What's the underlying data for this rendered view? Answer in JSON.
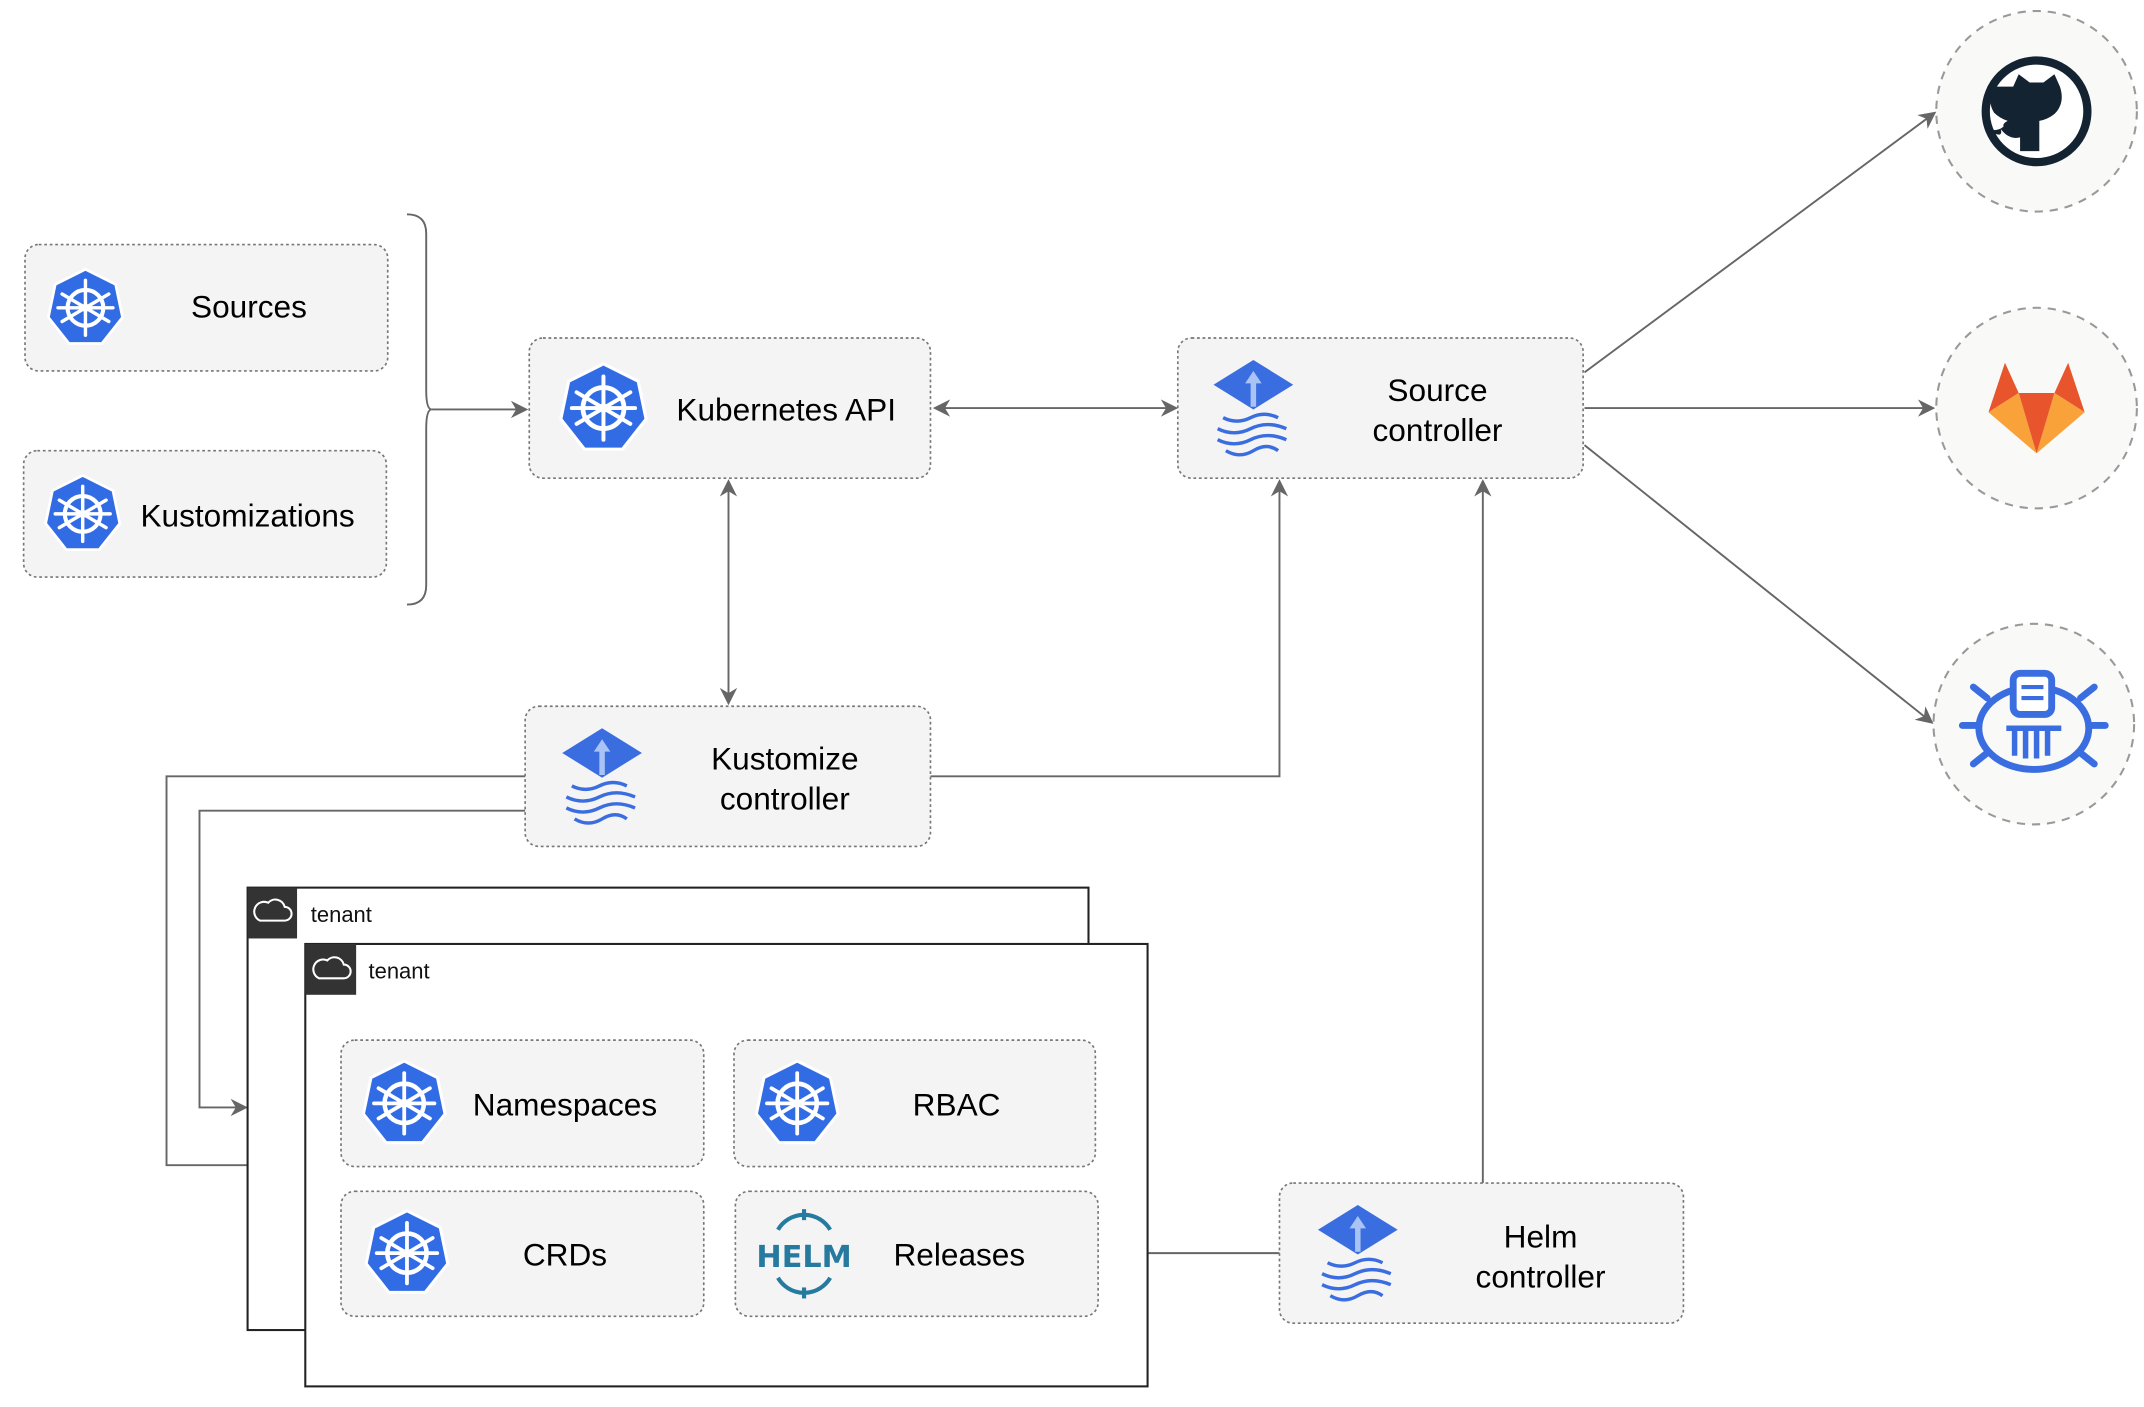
{
  "nodes": {
    "sources": "Sources",
    "kustomizations": "Kustomizations",
    "kubernetes_api": "Kubernetes API",
    "source_controller": [
      "Source",
      "controller"
    ],
    "kustomize_controller": [
      "Kustomize",
      "controller"
    ],
    "helm_controller": [
      "Helm",
      "controller"
    ],
    "namespaces": "Namespaces",
    "rbac": "RBAC",
    "crds": "CRDs",
    "releases": "Releases"
  },
  "tenants": [
    "tenant",
    "tenant"
  ],
  "helm_logo_text": "HELM",
  "external_sources": [
    "github-icon",
    "gitlab-icon",
    "bucket-icon"
  ],
  "colors": {
    "k8s_blue": "#326ce5",
    "flux_blue": "#3a6ee0",
    "helm": "#277a9f",
    "github": "#132331",
    "gitlab_red": "#e8552c",
    "gitlab_orange": "#f9a23a",
    "edge": "#666666"
  }
}
